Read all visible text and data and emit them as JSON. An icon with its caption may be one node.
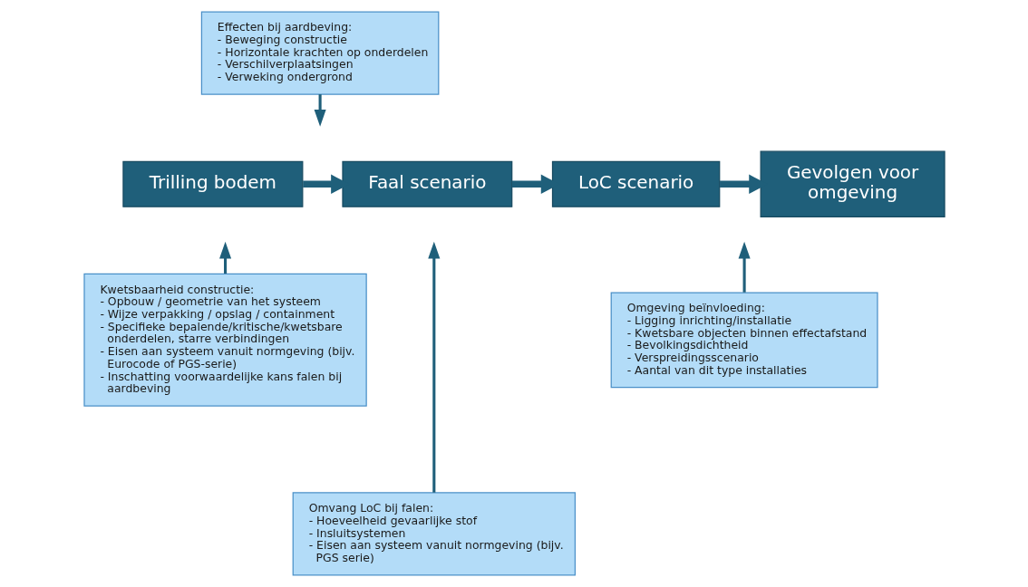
{
  "diagram": {
    "nodes": [
      {
        "text": [
          "Effecten bij aardbeving:",
          "- Beweging constructie",
          "- Horizontale krachten op onderdelen",
          "- Verschilverplaatsingen",
          "- Verweking ondergrond"
        ]
      },
      {
        "text": [
          "Trilling bodem"
        ]
      },
      {
        "text": [
          "Faal scenario"
        ]
      },
      {
        "text": [
          "LoC scenario"
        ]
      },
      {
        "text": [
          "Gevolgen voor omgeving"
        ]
      },
      {
        "text": [
          "Kwetsbaarheid constructie:",
          "- Opbouw / geometrie van het systeem",
          "- Wijze verpakking / opslag / containment",
          "- Specifieke bepalende/kritische/kwetsbare onderdelen, starre verbindingen",
          "- Eisen aan systeem vanuit normgeving (bijv. Eurocode of PGS-serie)",
          "- Inschatting voorwaardelijke kans falen bij aardbeving"
        ]
      },
      {
        "text": [
          "Omgeving beïnvloeding:",
          "- Ligging inrichting/installatie",
          "- Kwetsbare objecten binnen effectafstand",
          "- Bevolkingsdichtheid",
          "- Verspreidingsscenario",
          "- Aantal van dit type installaties"
        ]
      },
      {
        "text": [
          "Omvang LoC bij falen:",
          "- Hoeveelheid gevaarlijke stof",
          "- Insluitsystemen",
          "- Eisen aan systeem vanuit normgeving (bijv. PGS serie)"
        ]
      }
    ],
    "edges": [
      {
        "from": 1,
        "to": 2,
        "arrow": "to",
        "style": "thick"
      },
      {
        "from": 2,
        "to": 3,
        "arrow": "to",
        "style": "thick"
      },
      {
        "from": 3,
        "to": 4,
        "arrow": "to",
        "style": "thick"
      },
      {
        "from": 0,
        "to": null,
        "arrow": "to"
      },
      {
        "from": 5,
        "to": null,
        "arrow": "to"
      },
      {
        "from": 6,
        "to": null,
        "arrow": "to"
      },
      {
        "from": 7,
        "to": null,
        "arrow": "to"
      }
    ]
  }
}
